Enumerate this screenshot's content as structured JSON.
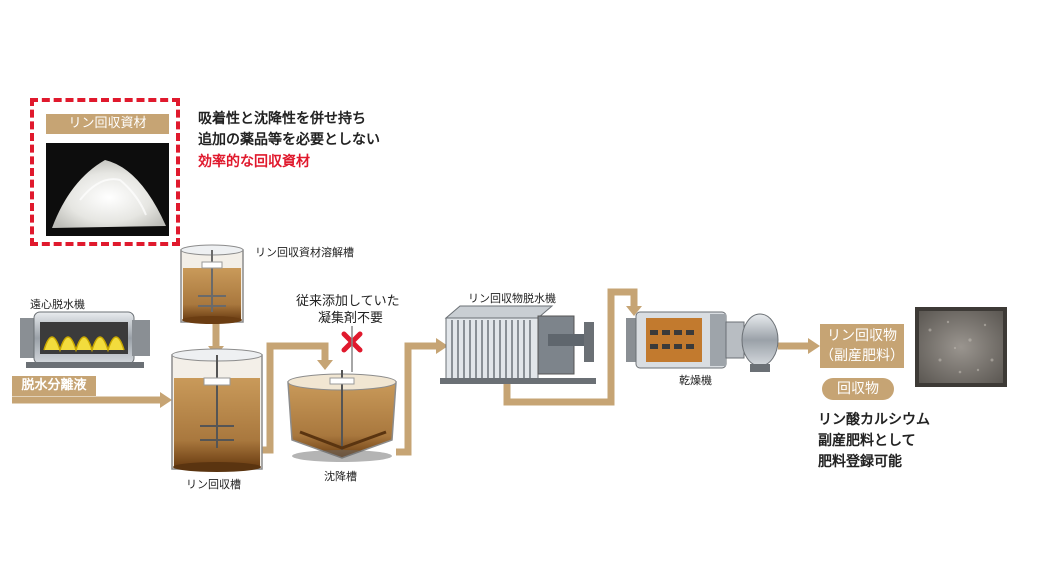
{
  "material": {
    "label": "リン回収資材",
    "desc_lines": [
      "吸着性と沈降性を併せ持ち",
      "追加の薬品等を必要としない"
    ],
    "desc_highlight": "効率的な回収資材"
  },
  "equipment": {
    "dissolving_tank": "リン回収資材溶解槽",
    "centrifuge": "遠心脱水機",
    "filtrate": "脱水分離液",
    "recovery_tank": "リン回収槽",
    "settling_tank": "沈降槽",
    "coagulant_note_line1": "従来添加していた",
    "coagulant_note_line2": "凝集剤不要",
    "recovered_dewaterer": "リン回収物脱水機",
    "dryer": "乾燥機"
  },
  "product": {
    "label_line1": "リン回収物",
    "label_line2": "（副産肥料）",
    "badge": "回収物",
    "desc_lines": [
      "リン酸カルシウム",
      "副産肥料として",
      "肥料登録可能"
    ]
  },
  "colors": {
    "pipe": "#c6a474",
    "highlight_red": "#e0192d",
    "liquid": "#b5874a",
    "sludge": "#5a3410"
  }
}
